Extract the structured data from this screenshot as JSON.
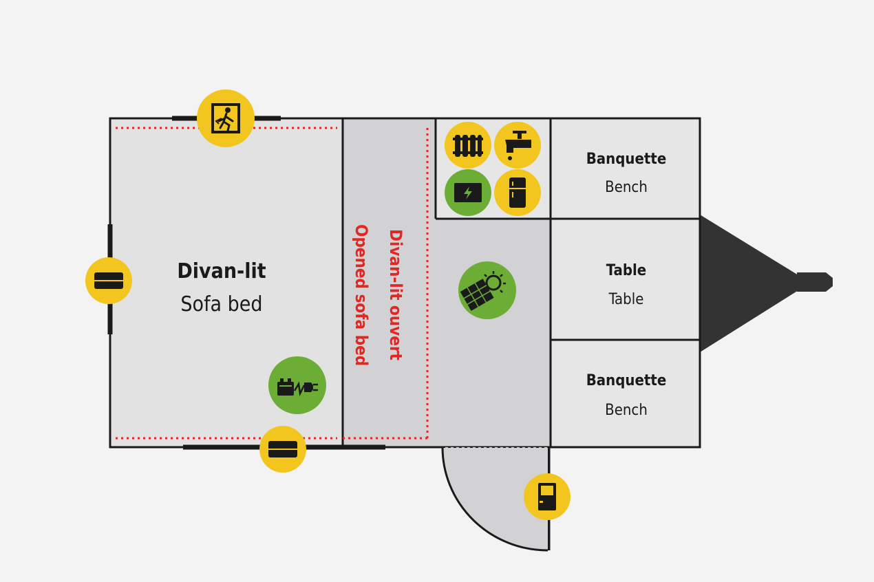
{
  "floorplan": {
    "sofa_bed": {
      "label_fr": "Divan-lit",
      "label_en": "Sofa bed"
    },
    "opened_sofa_bed": {
      "label_fr": "Divan-lit ouvert",
      "label_en": "Opened sofa bed"
    },
    "bench_top": {
      "label_fr": "Banquette",
      "label_en": "Bench"
    },
    "table": {
      "label_fr": "Table",
      "label_en": "Table"
    },
    "bench_bottom": {
      "label_fr": "Banquette",
      "label_en": "Bench"
    }
  },
  "icons": [
    {
      "name": "emergency-exit-icon",
      "color": "#f2c61f"
    },
    {
      "name": "window-icon",
      "color": "#f2c61f"
    },
    {
      "name": "window-icon",
      "color": "#f2c61f"
    },
    {
      "name": "heater-icon",
      "color": "#f2c61f"
    },
    {
      "name": "faucet-icon",
      "color": "#f2c61f"
    },
    {
      "name": "battery-screen-icon",
      "color": "#6bad35"
    },
    {
      "name": "fridge-icon",
      "color": "#f2c61f"
    },
    {
      "name": "solar-panel-icon",
      "color": "#6bad35"
    },
    {
      "name": "shore-power-battery-icon",
      "color": "#6bad35"
    },
    {
      "name": "door-icon",
      "color": "#f2c61f"
    }
  ],
  "colors": {
    "yellow": "#f2c61f",
    "green": "#6bad35",
    "red_dotted": "#e52521",
    "wall": "#1a1a1a",
    "hitch": "#333333"
  }
}
